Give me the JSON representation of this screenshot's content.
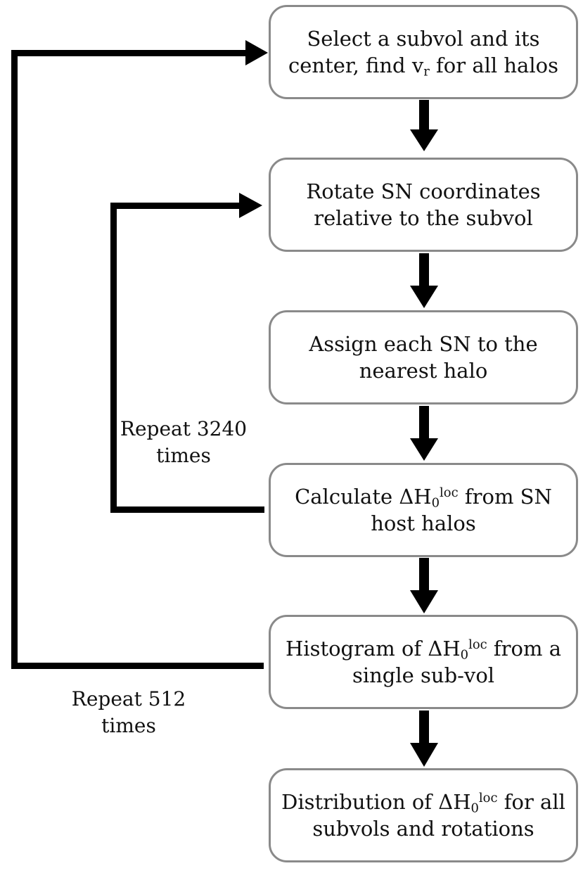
{
  "steps": [
    {
      "line1": "Select a subvol and its",
      "line2_pre": "center, find v",
      "line2_sub": "r",
      "line2_post": " for all halos"
    },
    {
      "line1": "Rotate SN coordinates",
      "line2": "relative to the subvol"
    },
    {
      "line1": "Assign each SN to the",
      "line2": "nearest halo"
    },
    {
      "line1_pre": "Calculate ΔH",
      "line1_sub": "0",
      "line1_sup": "loc",
      "line1_post": " from SN",
      "line2": "host halos"
    },
    {
      "line1_pre": "Histogram of ΔH",
      "line1_sub": "0",
      "line1_sup": "loc",
      "line1_post": " from a",
      "line2": "single sub-vol"
    },
    {
      "line1_pre": "Distribution of ΔH",
      "line1_sub": "0",
      "line1_sup": "loc",
      "line1_post": " for all",
      "line2": "subvols and rotations"
    }
  ],
  "loops": {
    "inner": {
      "line1": "Repeat 3240",
      "line2": "times"
    },
    "outer": {
      "line1": "Repeat 512",
      "line2": "times"
    }
  },
  "colors": {
    "arrow": "#000000",
    "box_border": "#8a8a8a"
  }
}
